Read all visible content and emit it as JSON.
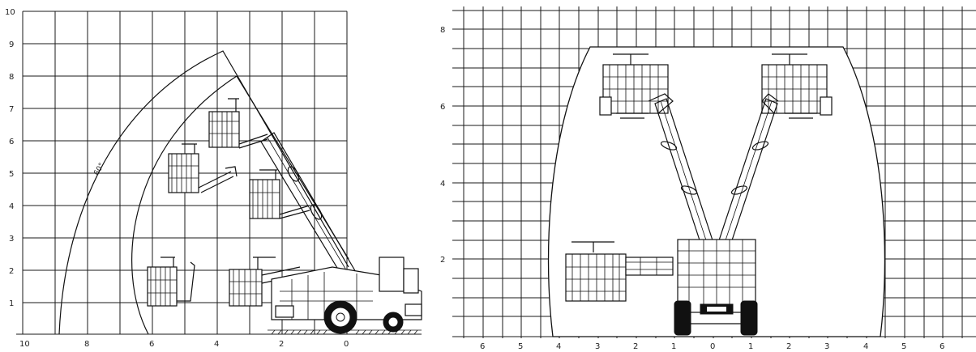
{
  "left_diagram": {
    "x_ticks": [
      "10",
      "8",
      "6",
      "4",
      "2",
      "0"
    ],
    "y_ticks": [
      "10",
      "9",
      "8",
      "7",
      "6",
      "5",
      "4",
      "3",
      "2",
      "1"
    ],
    "angle_label": "60°"
  },
  "right_diagram": {
    "x_ticks": [
      "6",
      "5",
      "4",
      "3",
      "2",
      "1",
      "0",
      "1",
      "2",
      "3",
      "4",
      "5",
      "6"
    ],
    "y_ticks": [
      "8",
      "6",
      "4",
      "2"
    ]
  }
}
